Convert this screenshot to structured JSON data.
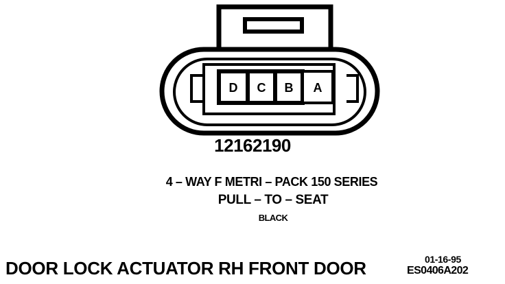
{
  "connector": {
    "pins": [
      "D",
      "C",
      "B",
      "A"
    ]
  },
  "part_number": "12162190",
  "connector_type": "4 – WAY F METRI – PACK 150 SERIES",
  "seat_type": "PULL – TO – SEAT",
  "color": "BLACK",
  "caption": "DOOR LOCK ACTUATOR RH FRONT DOOR",
  "date_code": "01-16-95",
  "figure_code": "ES0406A202",
  "colors": {
    "ink": "#000000",
    "paper": "#ffffff"
  }
}
